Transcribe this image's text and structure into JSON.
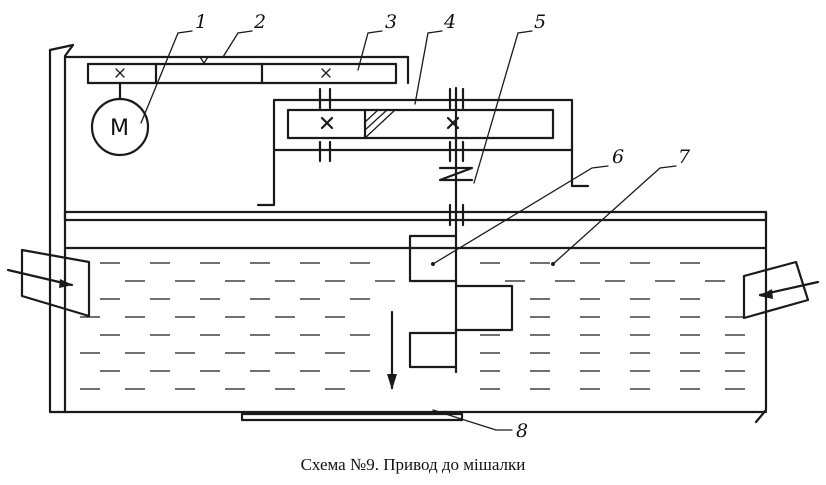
{
  "caption": "Схема №9. Привод до мішалки",
  "callouts": [
    "1",
    "2",
    "3",
    "4",
    "5",
    "6",
    "7",
    "8"
  ],
  "motor_label": "M"
}
